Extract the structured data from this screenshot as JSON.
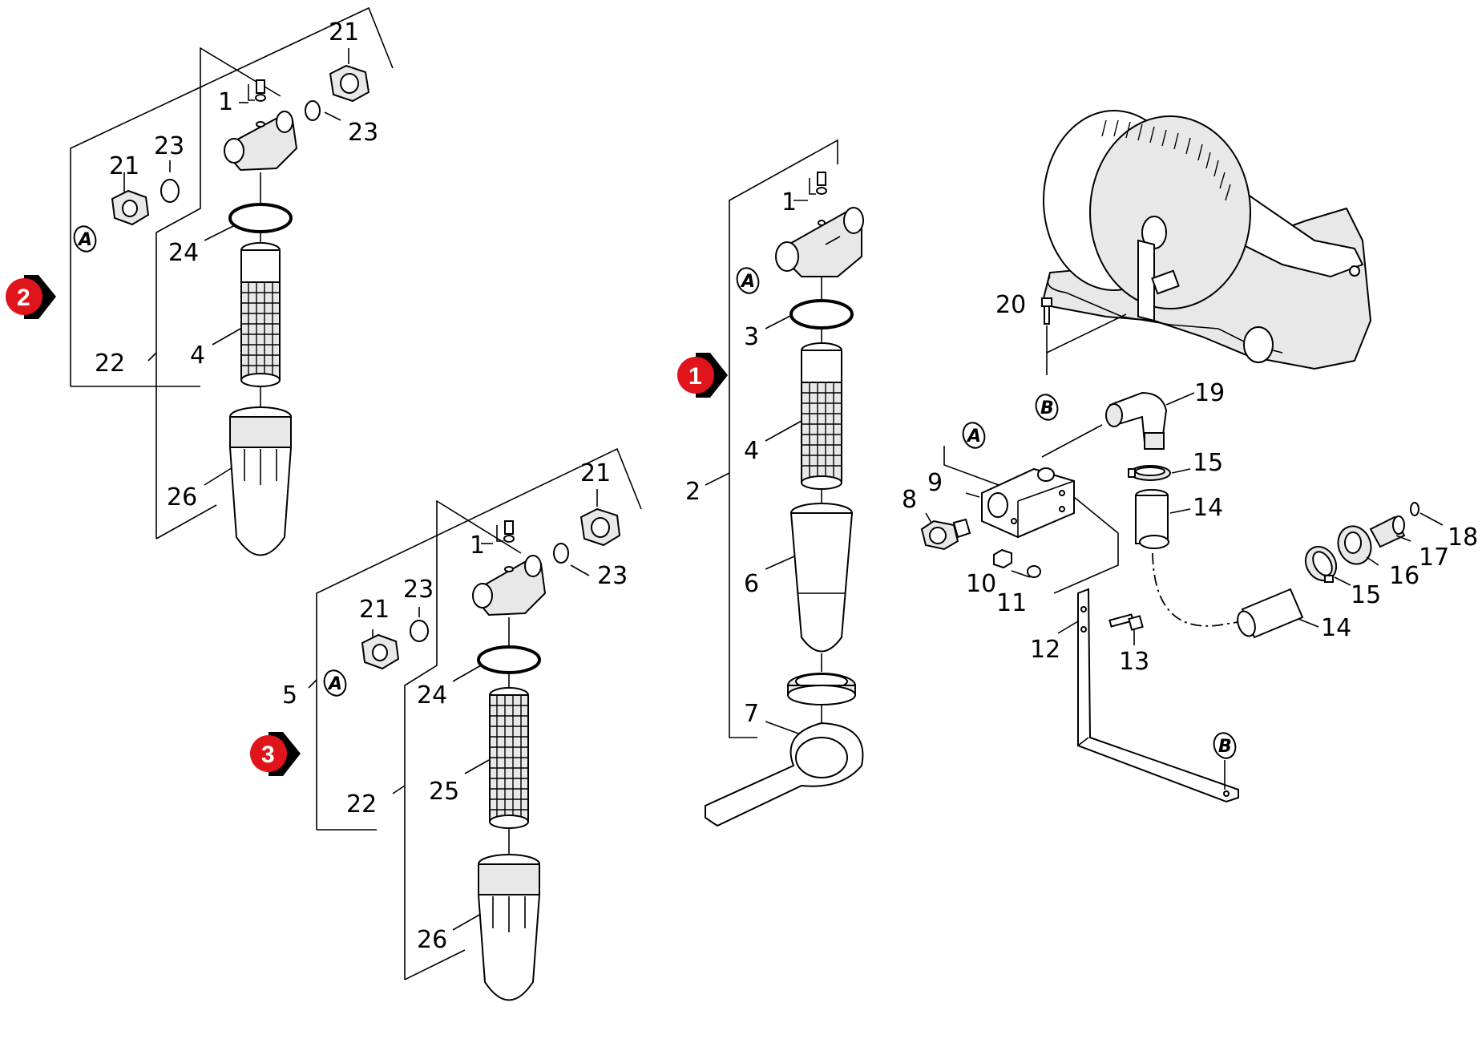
{
  "markers": [
    {
      "id": "1",
      "label": "1"
    },
    {
      "id": "2",
      "label": "2"
    },
    {
      "id": "3",
      "label": "3"
    }
  ],
  "connectors": {
    "a": "A",
    "b": "B"
  },
  "group2": {
    "labels": [
      "21",
      "1",
      "23",
      "23",
      "21",
      "24",
      "22",
      "4",
      "26"
    ]
  },
  "group3": {
    "labels": [
      "21",
      "1",
      "23",
      "23",
      "21",
      "5",
      "24",
      "22",
      "25",
      "26"
    ]
  },
  "group1": {
    "labels": [
      "1",
      "3",
      "4",
      "2",
      "6",
      "7"
    ]
  },
  "mount": {
    "labels": [
      "20",
      "19",
      "15",
      "9",
      "8",
      "14",
      "10",
      "11",
      "12",
      "13",
      "18",
      "17",
      "16",
      "15",
      "14"
    ]
  },
  "colors": {
    "marker_red": "#e0151b",
    "marker_black": "#000000"
  }
}
